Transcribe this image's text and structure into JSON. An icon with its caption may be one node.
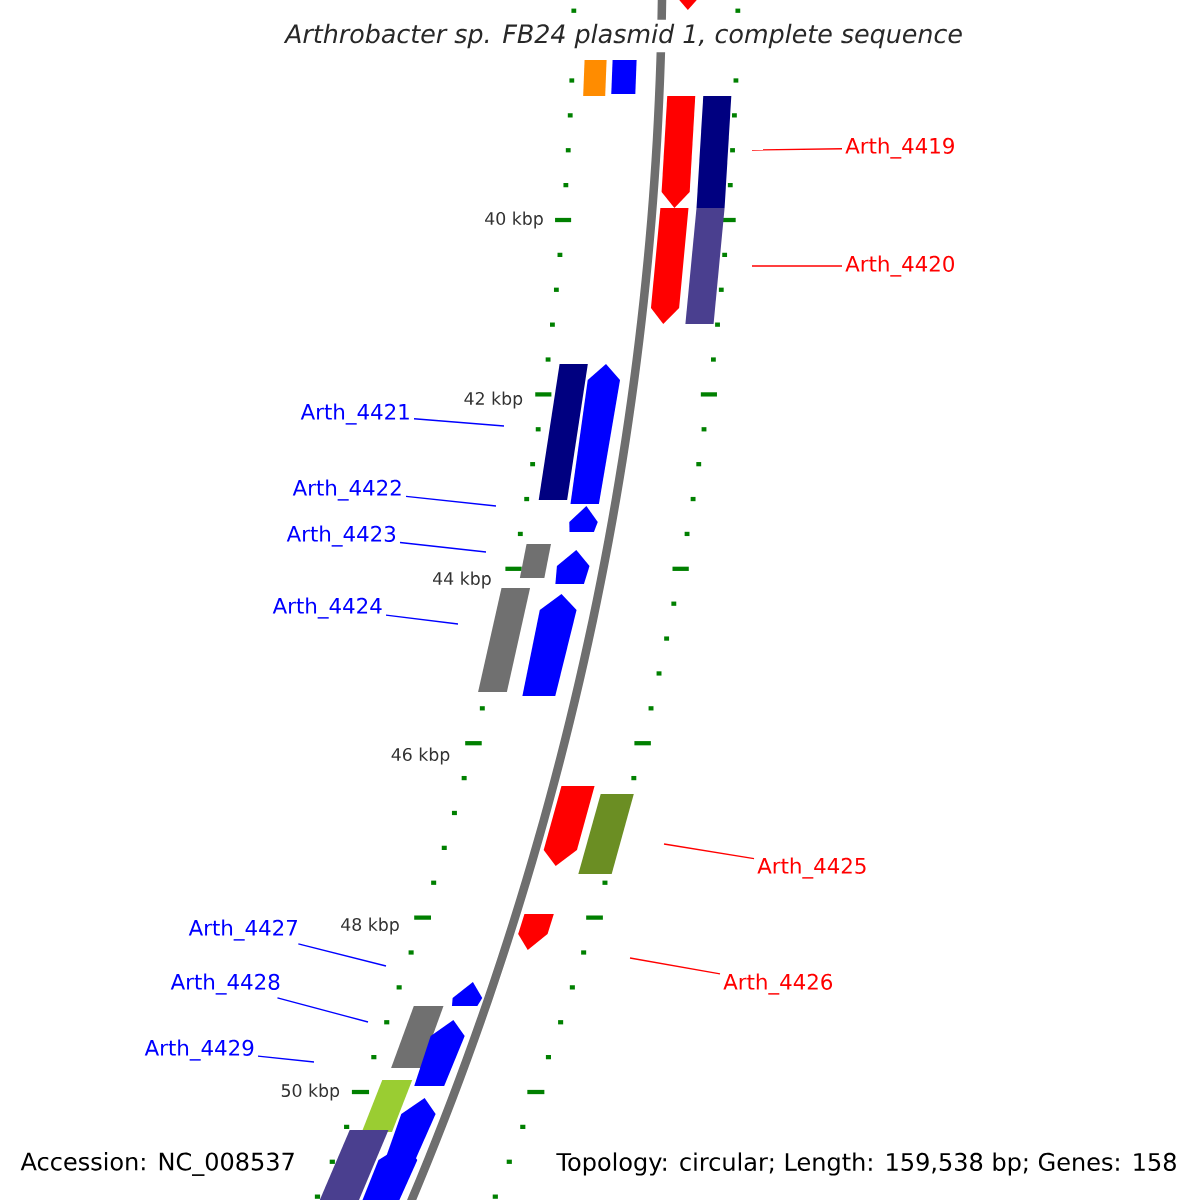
{
  "diagram": {
    "title": "Arthrobacter sp. FB24 plasmid 1, complete sequence",
    "nodes": [
      {
        "text": [
          "Arth_4419"
        ]
      },
      {
        "text": [
          "Arth_4420"
        ]
      },
      {
        "text": [
          "Arth_4421"
        ]
      },
      {
        "text": [
          "Arth_4422"
        ]
      },
      {
        "text": [
          "Arth_4423"
        ]
      },
      {
        "text": [
          "Arth_4424"
        ]
      },
      {
        "text": [
          "Arth_4425"
        ]
      },
      {
        "text": [
          "Arth_4426"
        ]
      },
      {
        "text": [
          "Arth_4427"
        ]
      },
      {
        "text": [
          "Arth_4428"
        ]
      },
      {
        "text": [
          "Arth_4429"
        ]
      }
    ],
    "edges": [
      {
        "from": 0,
        "to": null,
        "arrow": "none",
        "color": "#ff0000"
      },
      {
        "from": 1,
        "to": null,
        "arrow": "none",
        "color": "#ff0000"
      },
      {
        "from": 2,
        "to": null,
        "arrow": "none"
      },
      {
        "from": 3,
        "to": null,
        "arrow": "none"
      },
      {
        "from": 4,
        "to": null,
        "arrow": "none"
      },
      {
        "from": 5,
        "to": null,
        "arrow": "none"
      },
      {
        "from": 6,
        "to": null,
        "arrow": "none",
        "color": "#ff0000"
      },
      {
        "from": 7,
        "to": null,
        "arrow": "none",
        "color": "#ff0000"
      },
      {
        "from": 8,
        "to": null,
        "arrow": "none"
      },
      {
        "from": 9,
        "to": null,
        "arrow": "none"
      },
      {
        "from": 10,
        "to": null,
        "arrow": "none"
      }
    ],
    "labels": [
      "40 kbp",
      "42 kbp",
      "44 kbp",
      "46 kbp",
      "48 kbp",
      "50 kbp",
      "Accession: NC_008537",
      "Topology: circular; Length: 159,538 bp; Genes: 158"
    ]
  }
}
